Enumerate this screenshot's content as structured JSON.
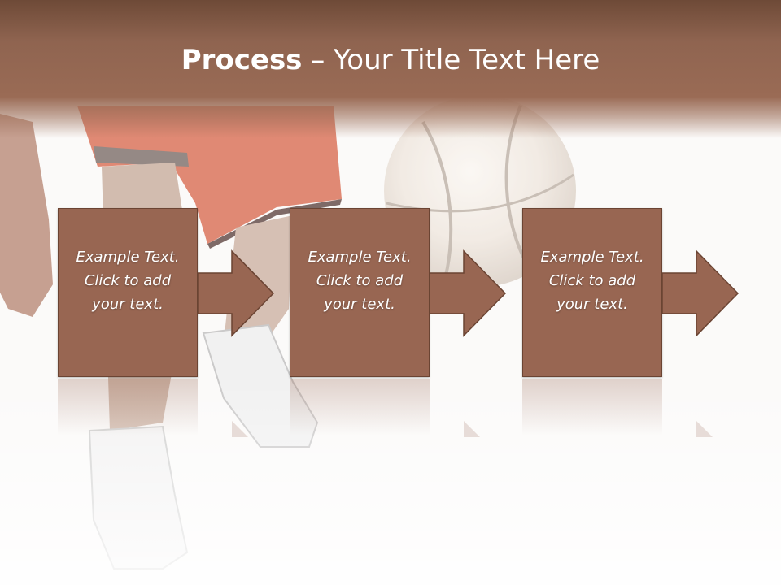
{
  "title": {
    "bold": "Process",
    "rest": " – Your Title Text Here"
  },
  "steps": [
    {
      "line1": "Example Text.",
      "line2": "Click  to add",
      "line3": "your text."
    },
    {
      "line1": "Example Text.",
      "line2": "Click  to add",
      "line3": "your text."
    },
    {
      "line1": "Example Text.",
      "line2": "Click  to add",
      "line3": "your text."
    }
  ],
  "colors": {
    "title_band": "#9a6b55",
    "box_fill": "#986652",
    "box_border": "#6b4433",
    "text": "#ffffff"
  }
}
